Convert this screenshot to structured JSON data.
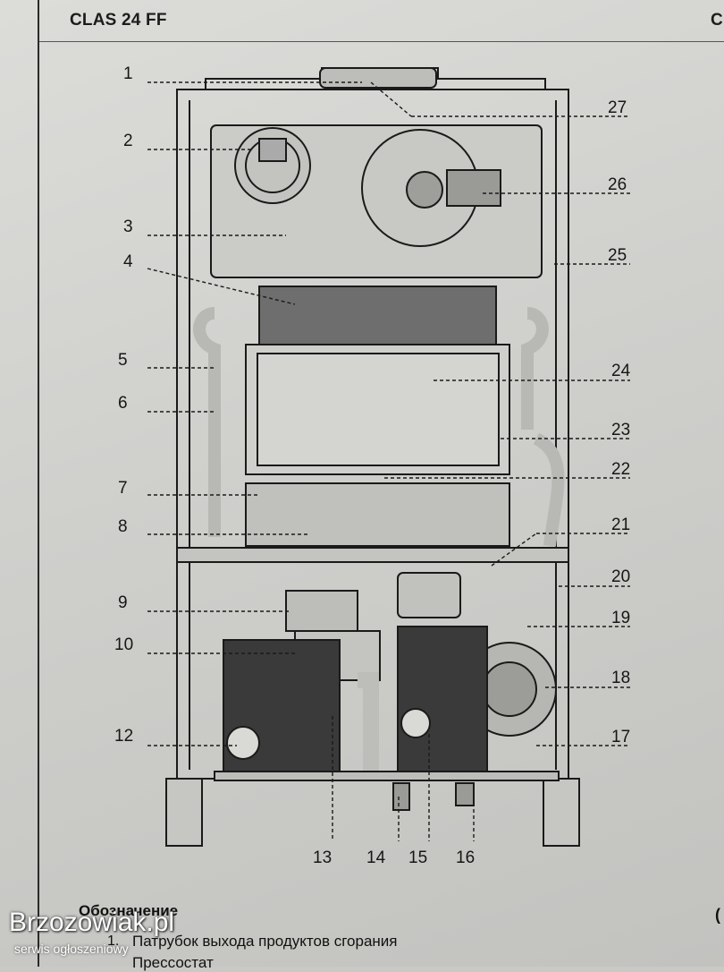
{
  "header": {
    "title": "CLAS 24 FF",
    "right_fragment": "C"
  },
  "callouts": [
    "1",
    "2",
    "3",
    "4",
    "5",
    "6",
    "7",
    "8",
    "9",
    "10",
    "12",
    "27",
    "26",
    "25",
    "24",
    "23",
    "22",
    "21",
    "20",
    "19",
    "18",
    "17",
    "13",
    "14",
    "15",
    "16"
  ],
  "legend": {
    "title": "Обозначение",
    "items": [
      {
        "num": "1.",
        "text": "Патрубок выхода продуктов сгорания"
      },
      {
        "num": "",
        "text": "Прессостат"
      }
    ]
  },
  "edge_fragment": "(",
  "watermark": {
    "brand": "Brzozowiak.pl",
    "subtitle": "serwis ogłoszeniowy"
  },
  "colors": {
    "ink": "#1a1a1a",
    "paper": "#d6d6d3",
    "shading": "#3a3a3a",
    "heat_exchanger": "#6e6e6e"
  }
}
